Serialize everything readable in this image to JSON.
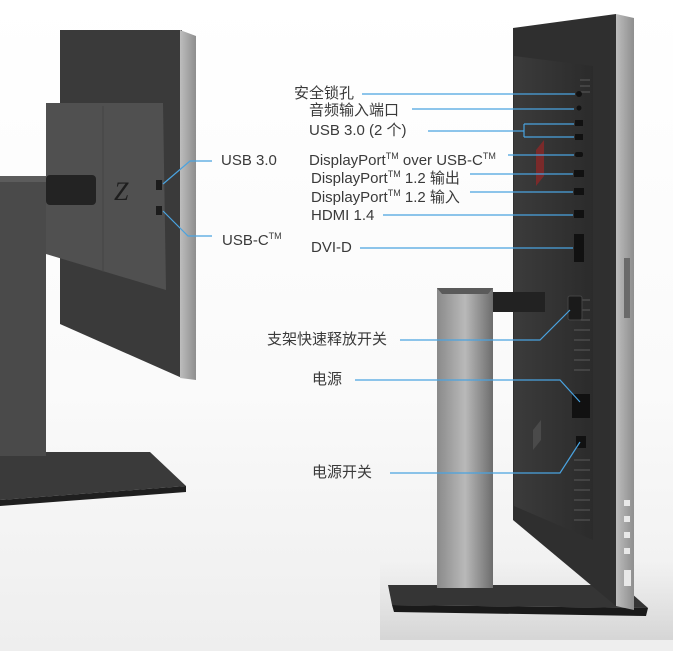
{
  "left_callouts": [
    {
      "id": "usb30",
      "text": "USB 3.0"
    },
    {
      "id": "usbc",
      "text": "USB-C",
      "sup": "TM"
    }
  ],
  "right_callouts": [
    {
      "id": "lock",
      "text": "安全锁孔"
    },
    {
      "id": "audio",
      "text": "音频输入端口"
    },
    {
      "id": "usb2",
      "text": "USB 3.0 (2 个)"
    },
    {
      "id": "dp-usbc",
      "text_a": "DisplayPort",
      "sup": "TM",
      "text_b": " over USB-C",
      "sup2": "TM"
    },
    {
      "id": "dp-out",
      "text_a": "DisplayPort",
      "sup": "TM",
      "text_b": " 1.2 输出"
    },
    {
      "id": "dp-in",
      "text_a": "DisplayPort",
      "sup": "TM",
      "text_b": " 1.2 输入"
    },
    {
      "id": "hdmi",
      "text": "HDMI 1.4"
    },
    {
      "id": "dvid",
      "text": "DVI-D"
    },
    {
      "id": "release",
      "text": "支架快速释放开关"
    },
    {
      "id": "power",
      "text": "电源"
    },
    {
      "id": "power-switch",
      "text": "电源开关"
    }
  ],
  "colors": {
    "leader_line": "#4aa3e0",
    "label_text": "#3a3a3a",
    "chassis_dark": "#2c2c2c",
    "chassis_mid": "#4a4a4a",
    "bezel_silver": "#9a9a9a"
  }
}
